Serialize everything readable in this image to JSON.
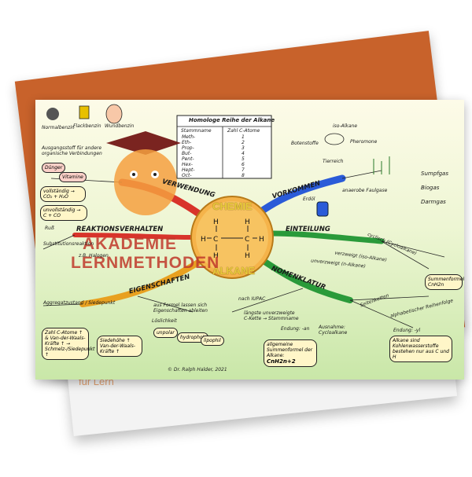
{
  "folder": {
    "brand_text": "für Lern"
  },
  "watermark": {
    "line1": "AKADEMIE",
    "line2": "LERNMETHODEN"
  },
  "center": {
    "top": "CHEMIE",
    "bottom": "ALKANE"
  },
  "branches": [
    {
      "id": "verwendung",
      "label": "VERWENDUNG",
      "color": "#d8342b"
    },
    {
      "id": "vorkommen",
      "label": "VORKOMMEN",
      "color": "#2a5bd8"
    },
    {
      "id": "reaktionsverhalten",
      "label": "REAKTIONSVERHALTEN",
      "color": "#d8342b"
    },
    {
      "id": "einteilung",
      "label": "EINTEILUNG",
      "color": "#2a9a3a"
    },
    {
      "id": "eigenschaften",
      "label": "EIGENSCHAFTEN",
      "color": "#e8a020"
    },
    {
      "id": "nomenklatur",
      "label": "NOMENKLATUR",
      "color": "#2a9a3a"
    }
  ],
  "table": {
    "title": "Homologe Reihe der Alkane",
    "col1": "Stammname",
    "col2": "Zahl C-Atome",
    "rows": [
      "Meth-",
      "Eth-",
      "Prop-",
      "But-",
      "Pent-",
      "Hex-",
      "Hept-",
      "Oct-"
    ],
    "nums": [
      "1",
      "2",
      "3",
      "4",
      "5",
      "6",
      "7",
      "8"
    ]
  },
  "notes": {
    "normalbenzin": "Normalbenzin",
    "flackbenzin": "Flackbenzin",
    "wundbenzin": "Wundbenzin",
    "ausgangsstoff": "Ausgangsstoff für andere organische Verbindungen",
    "duenger": "Dünger",
    "vitamine": "Vitamine",
    "vollstaendig": "vollständig → CO₂ + H₂O",
    "unvollstaendig": "unvollständig → C + CO",
    "russ": "Ruß",
    "substitution": "Substitutionsreaktion",
    "halogen": "z.B. Halogen",
    "erdoel": "Erdöl",
    "anaerobe": "anaerobe Faulgase",
    "tierreich": "Tierreich",
    "pheromone": "Pheromone",
    "iso_alkane": "iso-Alkane",
    "botenstoffe": "Botenstoffe",
    "sumpfgas": "Sumpfgas",
    "biogas": "Biogas",
    "darmgas": "Darmgas",
    "cyclisch": "cyclisch (Cycloalkane)",
    "verzweigt": "verzweigt (iso-Alkane)",
    "unverzweigt": "unverzweigt (n-Alkane)",
    "summenformel": "Summenformel: CnH2n",
    "nach_iupac": "nach IUPAC",
    "laengste": "längste unverzweigte C-Kette → Stammname",
    "endung": "Endung: -an",
    "ausnahme": "Ausnahme: Cycloalkane",
    "seitenketten": "Seitenketten",
    "alphabetisch": "alphabetischer Reihenfolge",
    "endung_yl": "Endung: -yl",
    "allgemeine": "allgemeine Summenformel der Alkane:",
    "formula": "CnH2n+2",
    "alkane_sind": "Alkane sind Kohlenwasserstoffe bestehen nur aus C und H",
    "aggregat": "Aggregatzustand / Siedepunkt",
    "aus_formel": "aus Formel lassen sich Eigenschaften ableiten",
    "loeslichkeit": "Löslichkeit",
    "unpolar": "unpolar",
    "hydrophob": "hydrophob",
    "lipophil": "lipophil",
    "zahl_c": "Zahl C-Atome ↑ & Van-der-Waals-Kräfte ↑ → Schmelz-/Siedepunkt ↑",
    "siedehoehe": "Siedehöhe ↑ Van-der-Waals-Kräfte ↑",
    "copyright": "© Dr. Ralph Halder, 2021"
  }
}
